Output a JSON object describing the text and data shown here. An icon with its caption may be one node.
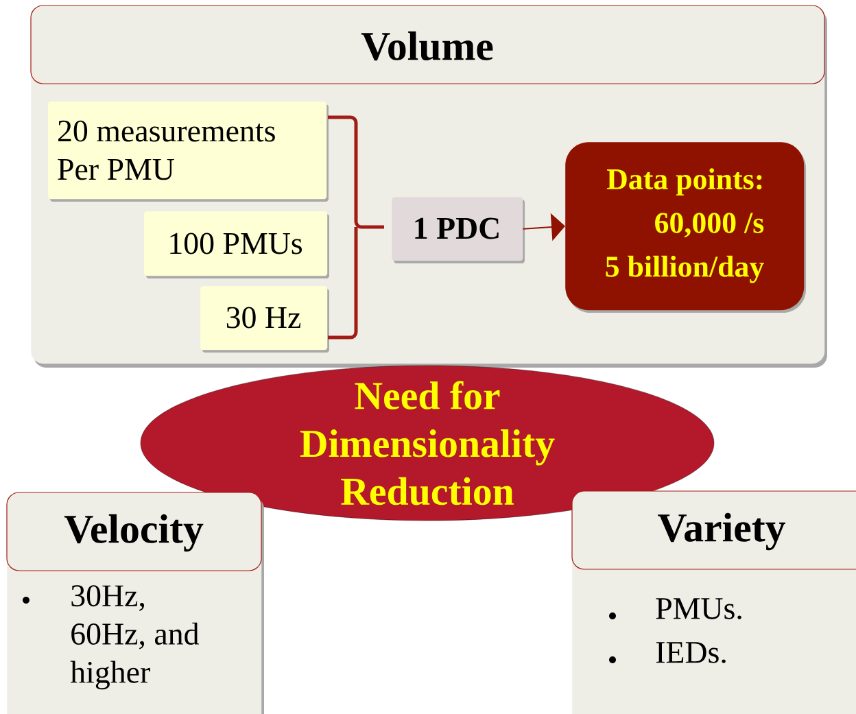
{
  "diagram": {
    "nodes": [
      {
        "text": [
          "Volume"
        ]
      },
      {
        "text": [
          "20 measurements Per PMU"
        ],
        "in": 0
      },
      {
        "text": [
          "100 PMUs"
        ],
        "in": 0
      },
      {
        "text": [
          "30 Hz"
        ],
        "in": 0
      },
      {
        "text": [
          "1 PDC"
        ],
        "in": 0
      },
      {
        "text": [
          "Data points:",
          "60,000 /s",
          "5 billion/day"
        ],
        "in": 0
      },
      {
        "text": [
          "Need for Dimensionality Reduction"
        ]
      },
      {
        "text": [
          "Velocity",
          "30Hz, 60Hz, and higher"
        ]
      },
      {
        "text": [
          "Variety",
          "PMUs.",
          "IEDs."
        ]
      }
    ],
    "edges": [
      {
        "from": 4,
        "to": 5,
        "arrow": "to"
      }
    ]
  }
}
